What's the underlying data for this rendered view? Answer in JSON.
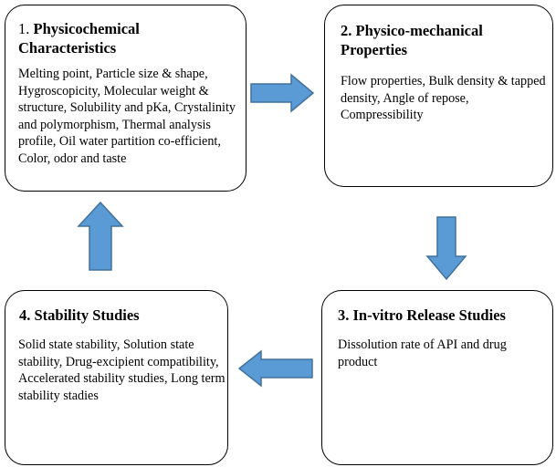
{
  "boxes": [
    {
      "number": "1.",
      "title": "Physicochemical Characteristics",
      "body": "Melting point, Particle size & shape, Hygroscopicity, Molecular weight & structure, Solubility and pKa, Crystalinity and polymorphism, Thermal analysis profile, Oil water partition co-efficient, Color, odor and taste"
    },
    {
      "number": "2.",
      "title": "Physico-mechanical Properties",
      "body": "Flow properties, Bulk density & tapped density, Angle of repose, Compressibility"
    },
    {
      "number": "3.",
      "title": "In-vitro Release Studies",
      "body": "Dissolution rate of API and drug product"
    },
    {
      "number": "4.",
      "title": "Stability Studies",
      "body": "Solid state stability, Solution state stability, Drug-excipient compatibility, Accelerated stability studies, Long term stability stadies"
    }
  ],
  "colors": {
    "arrow_fill": "#5b9bd5",
    "arrow_stroke": "#41719c",
    "box_border": "#000000"
  }
}
